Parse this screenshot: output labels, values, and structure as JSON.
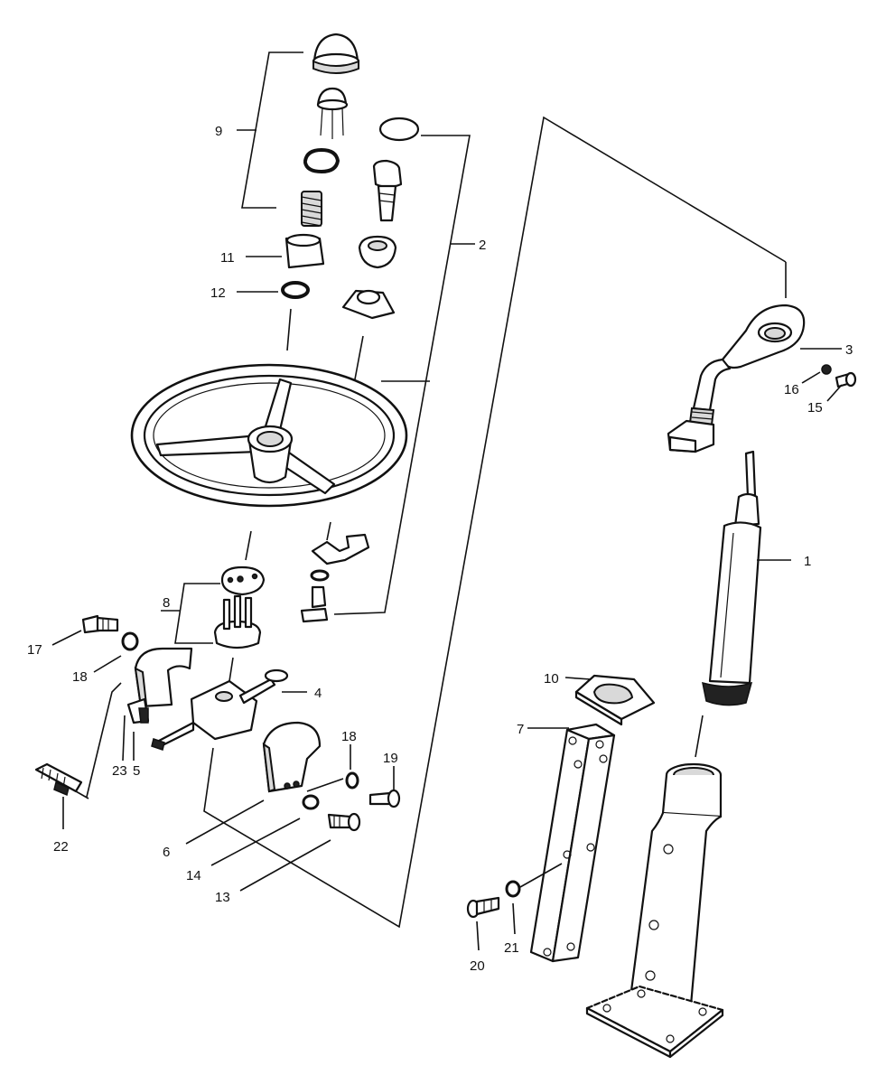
{
  "labels": {
    "l1": "1",
    "l2": "2",
    "l3": "3",
    "l4": "4",
    "l5": "5",
    "l6": "6",
    "l7": "7",
    "l8": "8",
    "l9": "9",
    "l10": "10",
    "l11": "11",
    "l12": "12",
    "l13": "13",
    "l14": "14",
    "l15": "15",
    "l16": "16",
    "l17": "17",
    "l18a": "18",
    "l18b": "18",
    "l19": "19",
    "l20": "20",
    "l21": "21",
    "l22": "22",
    "l23": "23"
  }
}
